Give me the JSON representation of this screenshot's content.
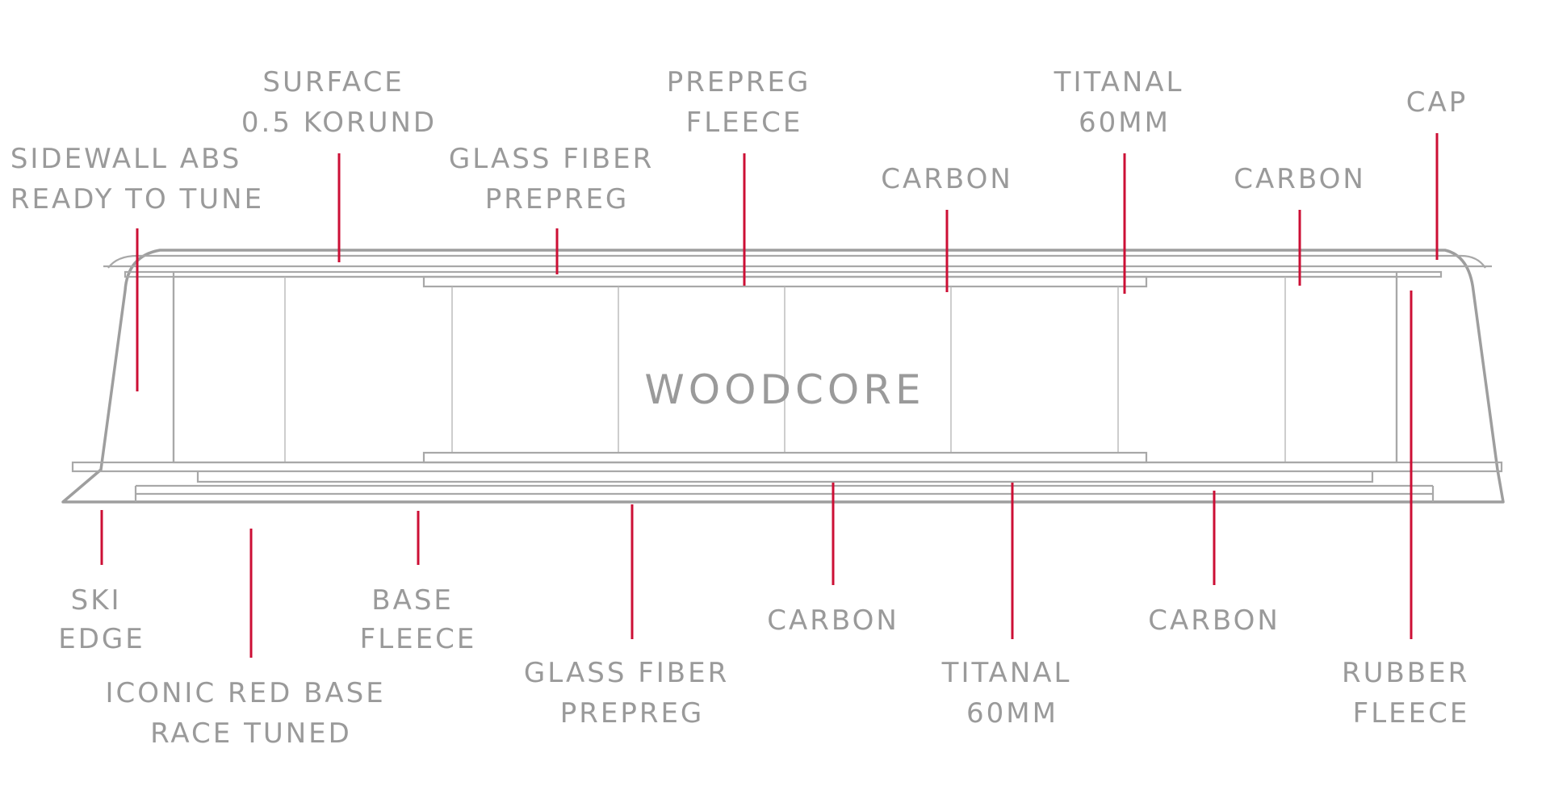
{
  "diagram": {
    "core_label": "WOODCORE",
    "accent_color": "#cc0f35",
    "line_color": "#9e9e9e",
    "text_color": "#9a9a9a",
    "top_labels": [
      {
        "id": "sidewall",
        "lines": [
          "SIDEWALL ABS",
          "READY TO TUNE"
        ]
      },
      {
        "id": "surface",
        "lines": [
          "SURFACE",
          "0.5 KORUND"
        ]
      },
      {
        "id": "glass-fiber-top",
        "lines": [
          "GLASS FIBER",
          "PREPREG"
        ]
      },
      {
        "id": "prepreg-fleece",
        "lines": [
          "PREPREG",
          "FLEECE"
        ]
      },
      {
        "id": "carbon-top-1",
        "lines": [
          "CARBON"
        ]
      },
      {
        "id": "titanal-top",
        "lines": [
          "TITANAL",
          "60MM"
        ]
      },
      {
        "id": "carbon-top-2",
        "lines": [
          "CARBON"
        ]
      },
      {
        "id": "cap",
        "lines": [
          "CAP"
        ]
      }
    ],
    "bottom_labels": [
      {
        "id": "ski-edge",
        "lines": [
          "SKI",
          "EDGE"
        ]
      },
      {
        "id": "red-base",
        "lines": [
          "ICONIC RED BASE",
          "RACE TUNED"
        ]
      },
      {
        "id": "base-fleece",
        "lines": [
          "BASE",
          "FLEECE"
        ]
      },
      {
        "id": "glass-fiber-bottom",
        "lines": [
          "GLASS FIBER",
          "PREPREG"
        ]
      },
      {
        "id": "carbon-bottom-1",
        "lines": [
          "CARBON"
        ]
      },
      {
        "id": "titanal-bottom",
        "lines": [
          "TITANAL",
          "60MM"
        ]
      },
      {
        "id": "carbon-bottom-2",
        "lines": [
          "CARBON"
        ]
      },
      {
        "id": "rubber-fleece",
        "lines": [
          "RUBBER",
          "FLEECE"
        ]
      }
    ]
  }
}
